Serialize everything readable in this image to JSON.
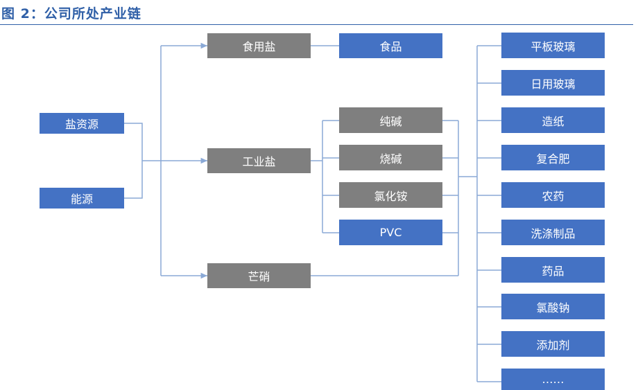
{
  "figure": {
    "title": "图 2：公司所处产业链"
  },
  "diagram": {
    "sources": [
      "盐资源",
      "能源"
    ],
    "salts": [
      "食用盐",
      "工业盐",
      "芒硝"
    ],
    "food": "食品",
    "industrial_products": [
      "纯碱",
      "烧碱",
      "氯化铵",
      "PVC"
    ],
    "applications": [
      "平板玻璃",
      "日用玻璃",
      "造纸",
      "复合肥",
      "农药",
      "洗涤制品",
      "药品",
      "氯酸钠",
      "添加剂",
      "……"
    ]
  },
  "colors": {
    "blue_box": "#4472c4",
    "gray_box": "#7f7f7f",
    "connector": "#8aa9d6",
    "title": "#2f5fa7"
  }
}
